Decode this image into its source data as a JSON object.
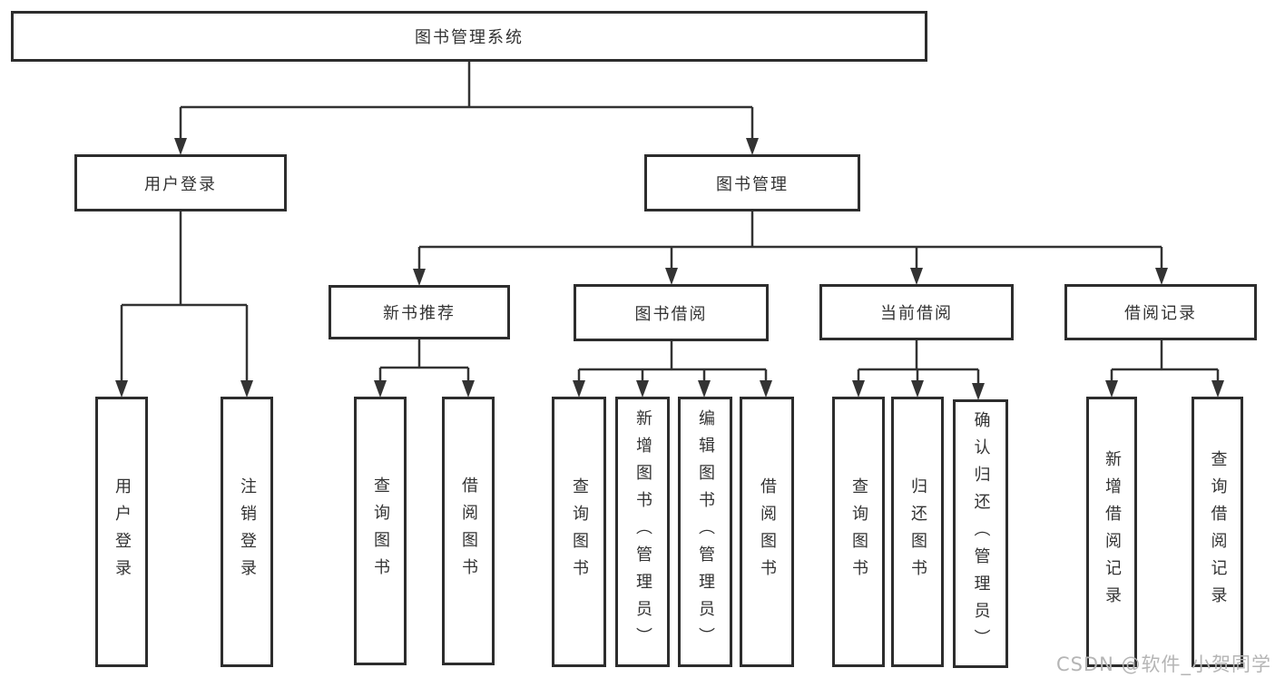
{
  "diagram": {
    "root": "图书管理系统",
    "branches": [
      {
        "label": "用户登录",
        "children": [
          "用户登录",
          "注销登录"
        ]
      },
      {
        "label": "图书管理",
        "children": [
          {
            "label": "新书推荐",
            "children": [
              "查询图书",
              "借阅图书"
            ]
          },
          {
            "label": "图书借阅",
            "children": [
              "查询图书",
              "新增图书（管理员）",
              "编辑图书（管理员）",
              "借阅图书"
            ]
          },
          {
            "label": "当前借阅",
            "children": [
              "查询图书",
              "归还图书",
              "确认归还（管理员）"
            ]
          },
          {
            "label": "借阅记录",
            "children": [
              "新增借阅记录",
              "查询借阅记录"
            ]
          }
        ]
      }
    ]
  },
  "colors": {
    "line": "#333333",
    "box_border": "#2d2d2d",
    "text": "#333333",
    "background": "#ffffff",
    "watermark": "#b5b5b5"
  },
  "watermark": "CSDN @软件_小贺同学"
}
